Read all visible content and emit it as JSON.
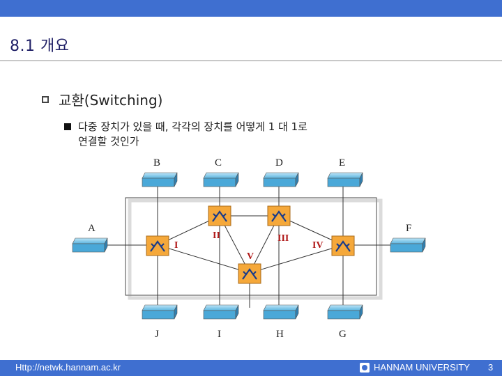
{
  "slide": {
    "title": "8.1 개요",
    "bullet": "교환(Switching)",
    "sub_bullet_line1": "다중 장치가 있을 때, 각각의 장치를 어떻게 1 대 1로",
    "sub_bullet_line2": "연결할 것인가"
  },
  "diagram": {
    "stations_top": [
      "B",
      "C",
      "D",
      "E"
    ],
    "stations_bottom": [
      "J",
      "I",
      "H",
      "G"
    ],
    "station_left": "A",
    "station_right": "F",
    "switches": [
      "I",
      "II",
      "III",
      "IV",
      "V"
    ]
  },
  "footer": {
    "url": "Http://netwk.hannam.ac.kr",
    "university": "HANNAM UNIVERSITY",
    "page": "3"
  },
  "colors": {
    "bar": "#3f6fd0",
    "switch": "#f5a83a",
    "station": "#4aa8d8"
  }
}
